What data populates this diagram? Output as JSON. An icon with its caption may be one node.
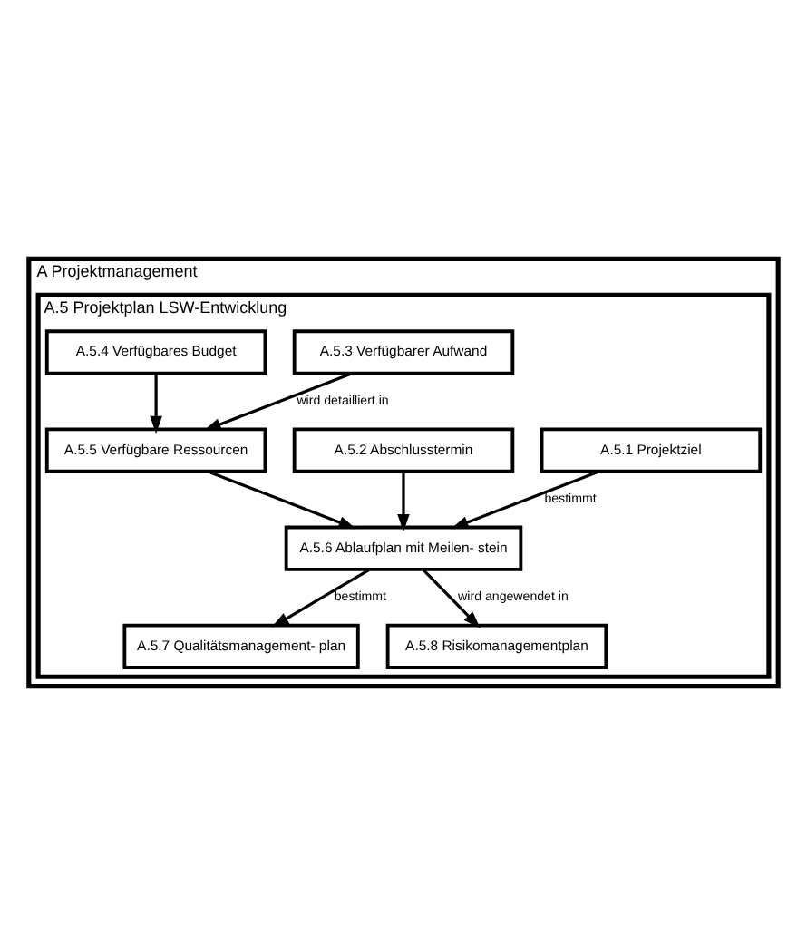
{
  "diagram": {
    "nodes": [
      {
        "text": [
          "A Projektmanagement"
        ]
      },
      {
        "text": [
          "A.5 Projektplan LSW-Entwicklung"
        ],
        "in": 0
      },
      {
        "text": [
          "A.5.1 Projektziel"
        ],
        "in": 1
      },
      {
        "text": [
          "A.5.2 Abschlusstermin"
        ],
        "in": 1
      },
      {
        "text": [
          "A.5.3 Verfügbarer Aufwand"
        ],
        "in": 1
      },
      {
        "text": [
          "A.5.4 Verfügbares Budget"
        ],
        "in": 1
      },
      {
        "text": [
          "A.5.5 Verfügbare Ressourcen"
        ],
        "in": 1
      },
      {
        "text": [
          "A.5.6 Ablaufplan mit Meilen- stein"
        ],
        "in": 1
      },
      {
        "text": [
          "A.5.7 Qualitätsmanagement- plan"
        ],
        "in": 1
      },
      {
        "text": [
          "A.5.8 Risikomanagementplan"
        ],
        "in": 1
      }
    ],
    "edges": [
      {
        "from": 2,
        "to": 7,
        "arrow": "to",
        "label": "bestimmt"
      },
      {
        "from": 3,
        "to": 7,
        "arrow": "to"
      },
      {
        "from": 6,
        "to": 7,
        "arrow": "to"
      },
      {
        "from": 4,
        "to": 6,
        "arrow": "to",
        "label": "wird detailliert in"
      },
      {
        "from": 5,
        "to": 6,
        "arrow": "to"
      },
      {
        "from": 7,
        "to": 8,
        "arrow": "to",
        "label": "bestimmt"
      },
      {
        "from": 7,
        "to": 9,
        "arrow": "to",
        "label": "wird angewendet in"
      }
    ]
  }
}
